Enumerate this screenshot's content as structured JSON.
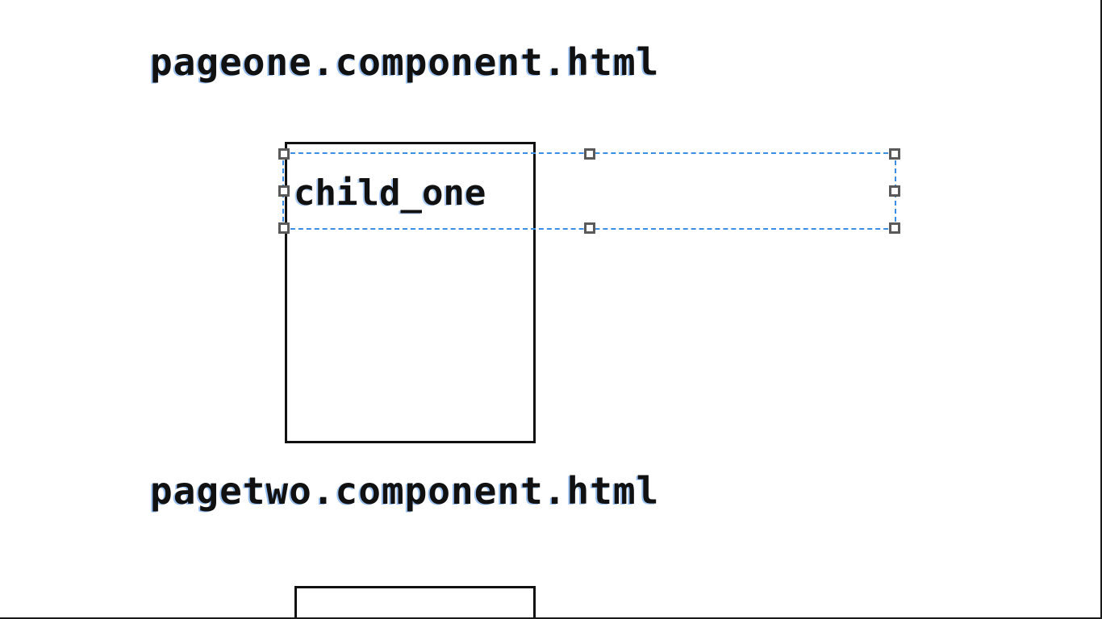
{
  "canvas": {
    "page_one_label": "pageone.component.html",
    "page_two_label": "pagetwo.component.html",
    "child_label": "child_one"
  },
  "colors": {
    "text": "#111111",
    "frame": "#111111",
    "selection": "#3a8ee6",
    "handle": "#5a5a5a",
    "background": "#ffffff"
  }
}
